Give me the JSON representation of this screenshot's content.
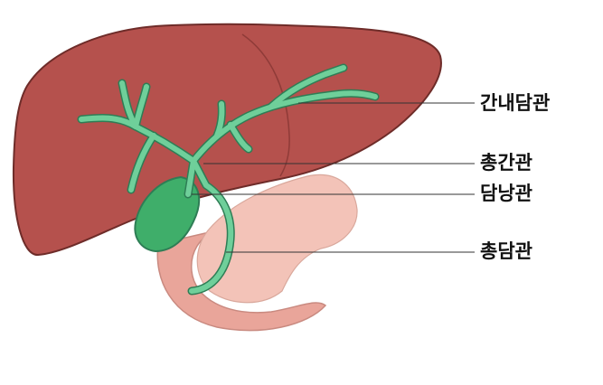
{
  "labels": [
    {
      "id": "intrahepatic-bile-ducts",
      "text": "간내담관"
    },
    {
      "id": "common-hepatic-duct",
      "text": "총간관"
    },
    {
      "id": "cystic-duct",
      "text": "담낭관"
    },
    {
      "id": "common-bile-duct",
      "text": "총담관"
    }
  ],
  "colors": {
    "liver": "#b5514d",
    "liver_outline": "#6e2c29",
    "bile_duct": "#6fcf9a",
    "bile_duct_outline": "#2e7d55",
    "gallbladder": "#3fae6a",
    "pancreas": "#f3c3b8",
    "duodenum": "#e9a59a",
    "leader_line": "#333333"
  },
  "icons": [
    "liver-organ",
    "gallbladder",
    "bile-duct-tree",
    "pancreas",
    "duodenum"
  ]
}
